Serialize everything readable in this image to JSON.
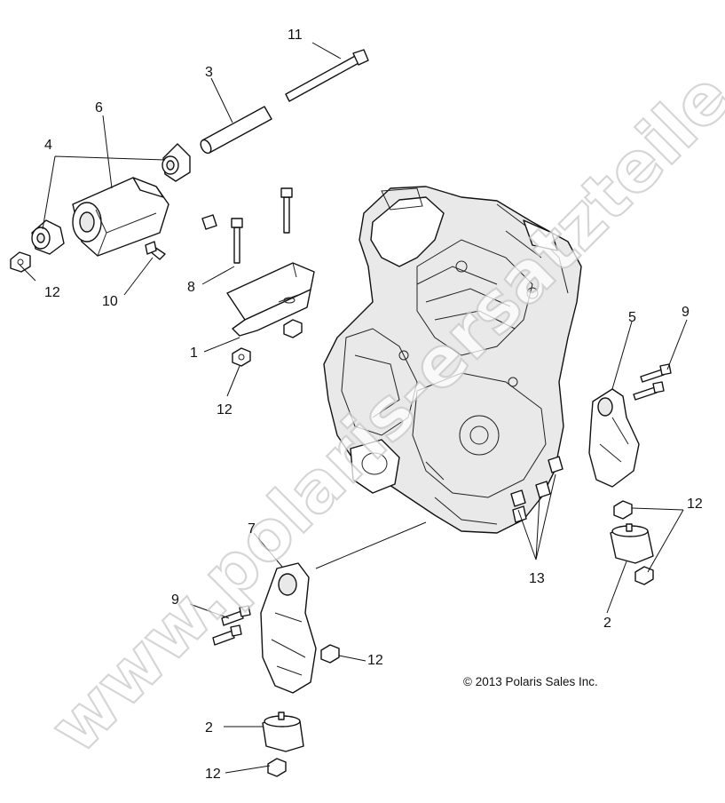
{
  "callouts": {
    "c1": "1",
    "c2a": "2",
    "c2b": "2",
    "c3": "3",
    "c4": "4",
    "c5": "5",
    "c6": "6",
    "c7": "7",
    "c8": "8",
    "c9a": "9",
    "c9b": "9",
    "c10": "10",
    "c11": "11",
    "c12a": "12",
    "c12b": "12",
    "c12c": "12",
    "c12d": "12",
    "c12e": "12",
    "c13": "13"
  },
  "copyright": "© 2013 Polaris Sales Inc.",
  "watermark": "www.polaris-ersatzteile.de",
  "colors": {
    "line": "#111111",
    "watermark_outline": "#c9c9c9",
    "background": "#ffffff"
  }
}
